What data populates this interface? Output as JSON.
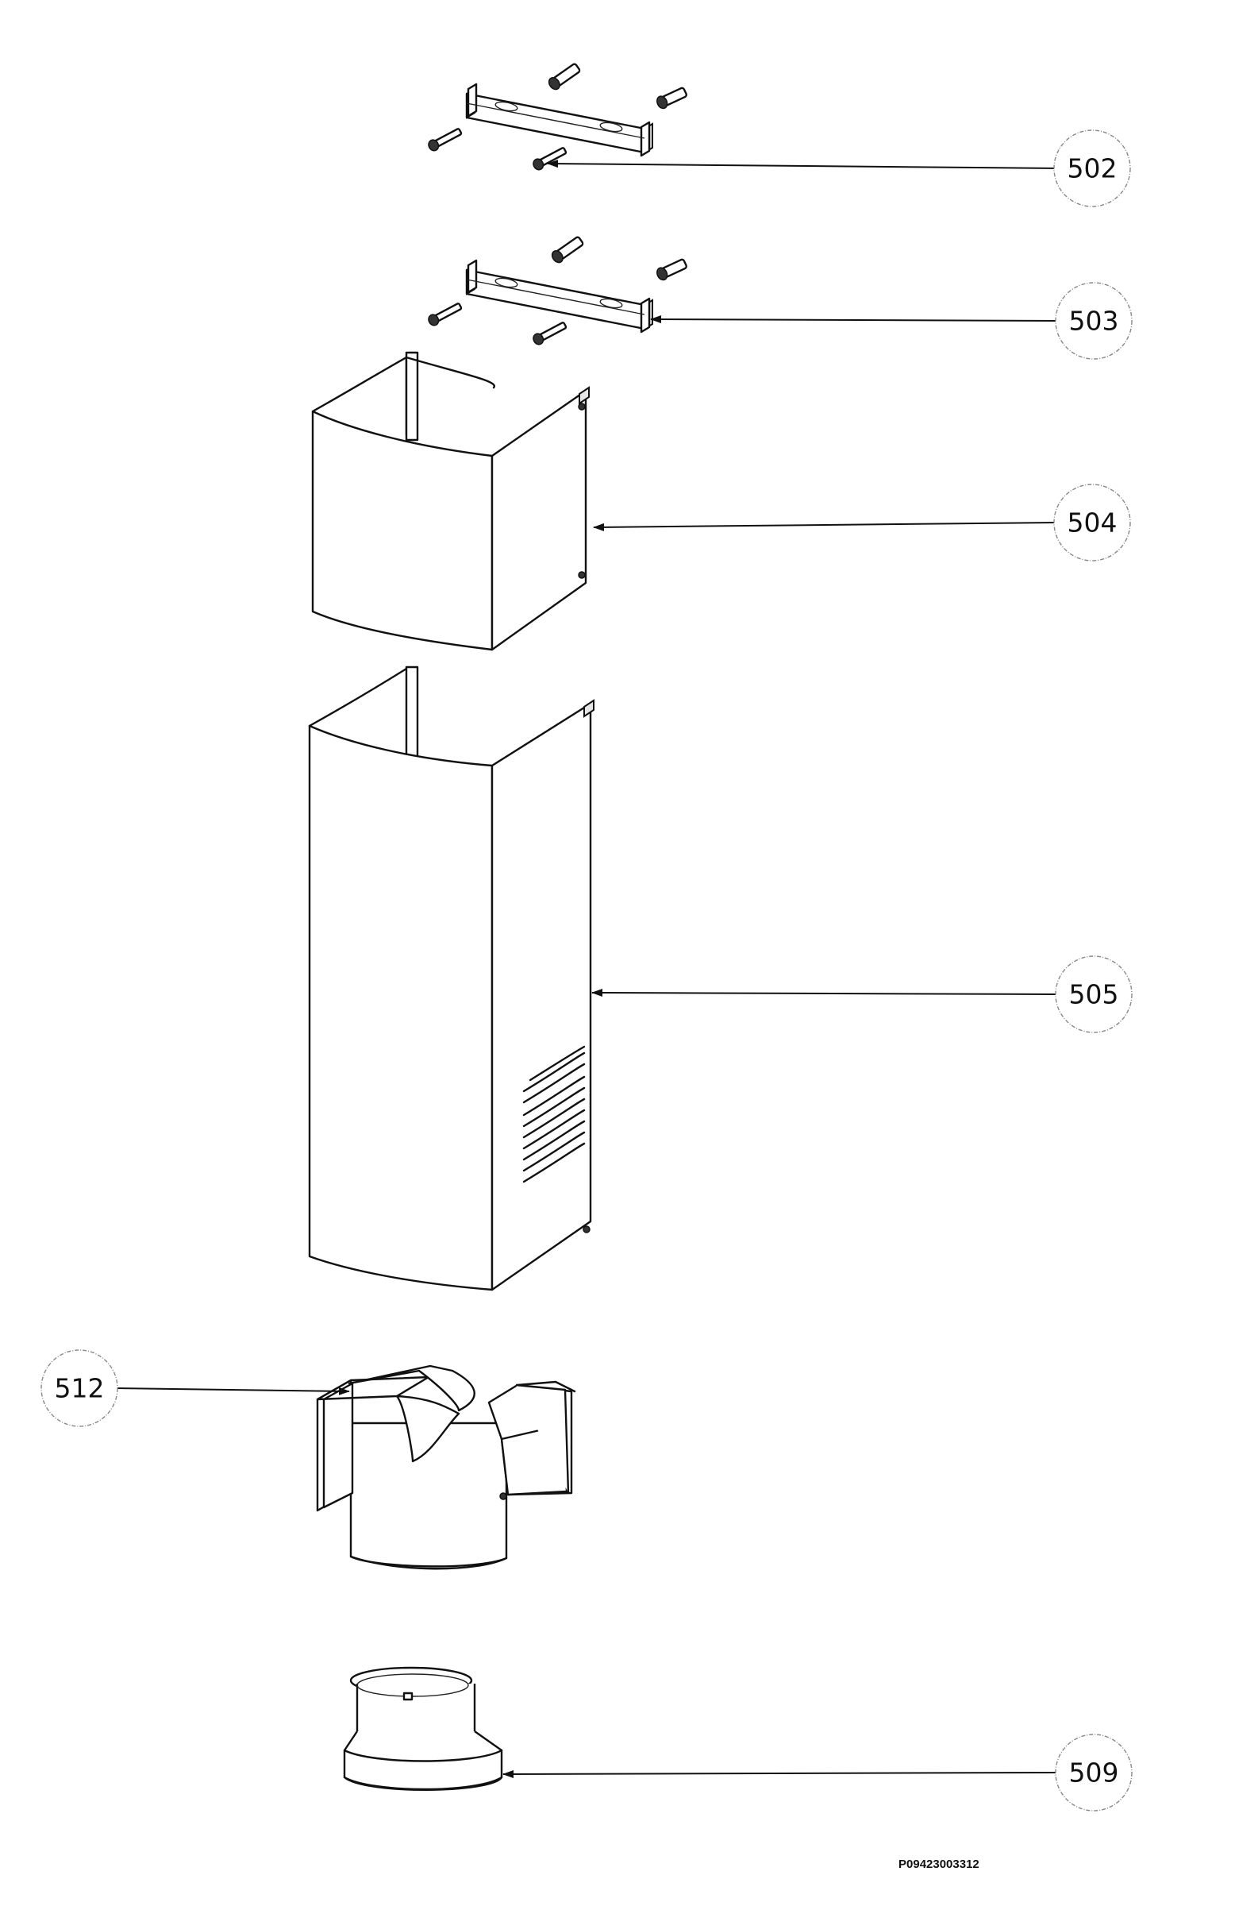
{
  "diagram": {
    "callouts": [
      {
        "id": "502",
        "label": "502"
      },
      {
        "id": "503",
        "label": "503"
      },
      {
        "id": "504",
        "label": "504"
      },
      {
        "id": "505",
        "label": "505"
      },
      {
        "id": "512",
        "label": "512"
      },
      {
        "id": "509",
        "label": "509"
      }
    ],
    "drawing_code": "P09423003312"
  }
}
